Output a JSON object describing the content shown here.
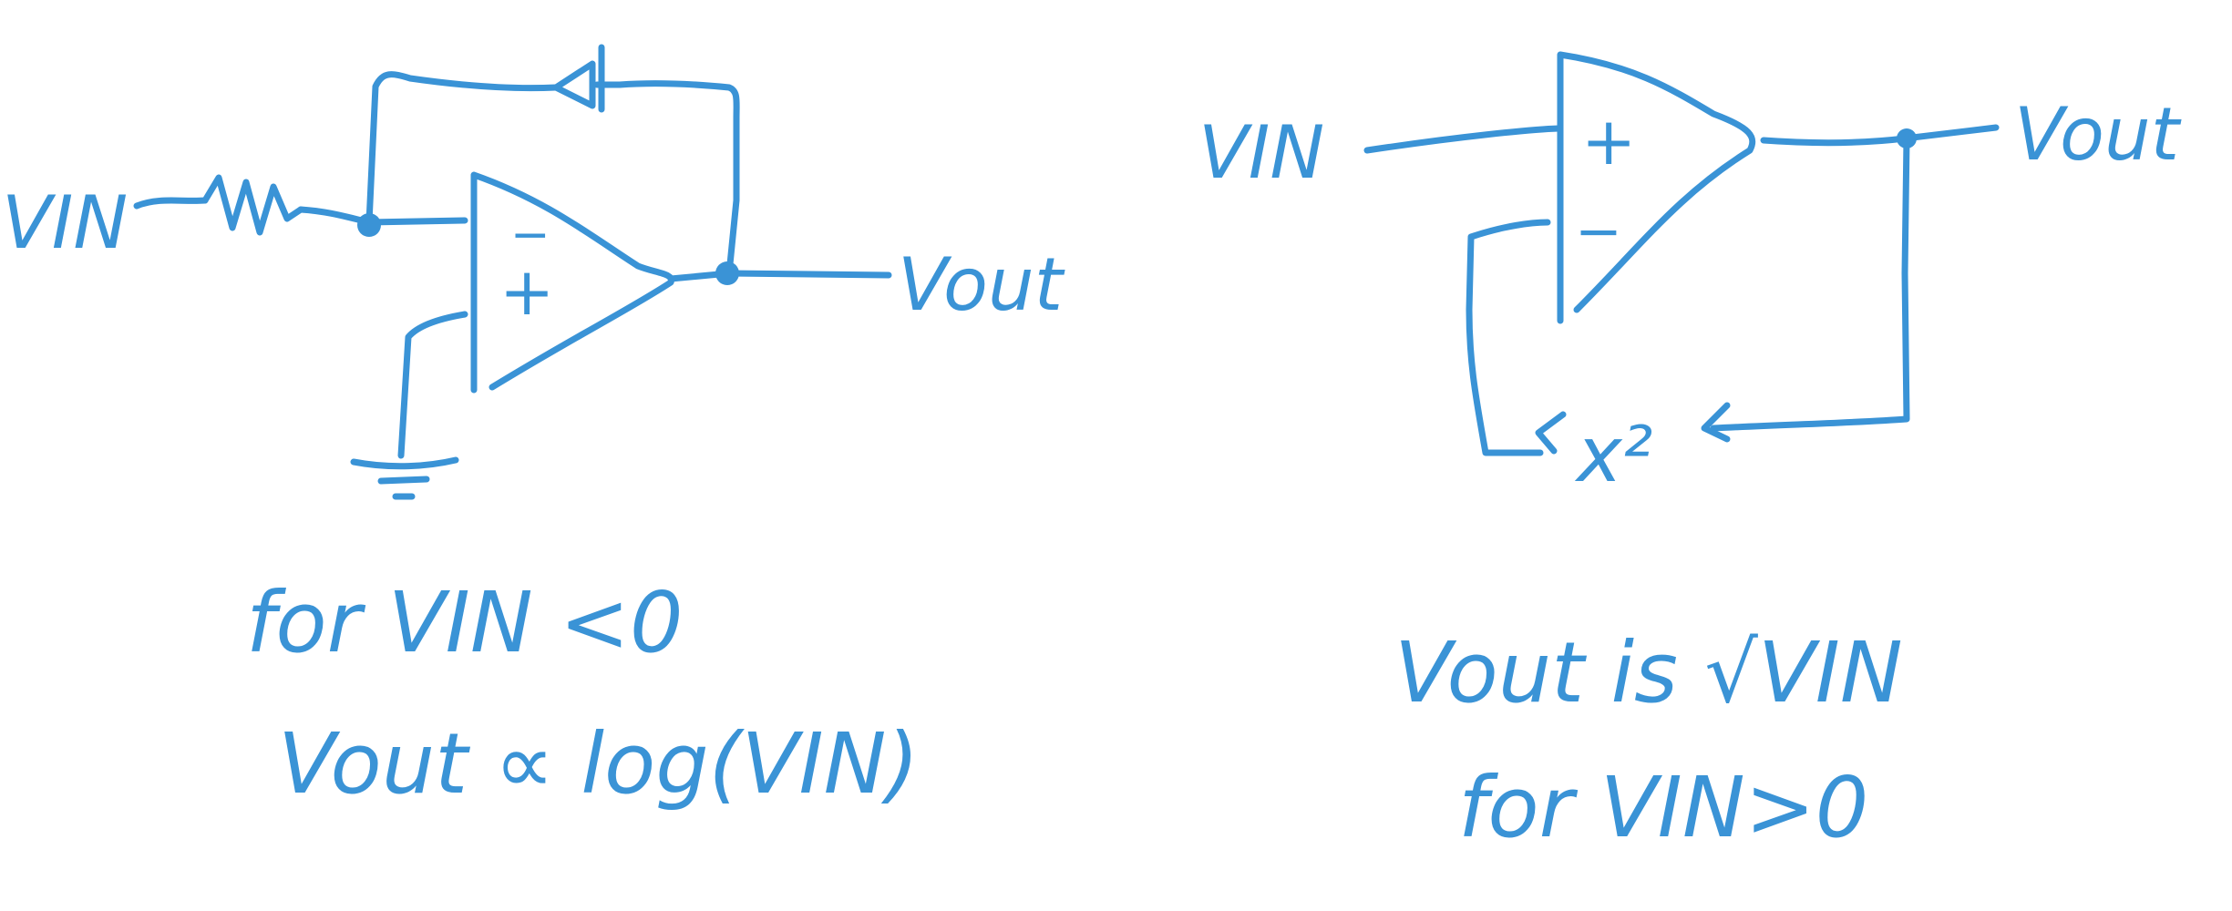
{
  "ink_color": "#3a93d6",
  "left_circuit": {
    "input_label": "VIN",
    "output_label": "Vout",
    "opamp_minus": "−",
    "opamp_plus": "+",
    "feedback_element": "diode",
    "input_element": "resistor",
    "caption_line1": "for VIN <0",
    "caption_line2": "Vout ∝ log(VIN)"
  },
  "right_circuit": {
    "input_label": "VIN",
    "output_label": "Vout",
    "opamp_plus": "+",
    "opamp_minus": "−",
    "feedback_block": "x²",
    "caption_line1": "Vout is √VIN",
    "caption_line2": "for VIN>0"
  }
}
